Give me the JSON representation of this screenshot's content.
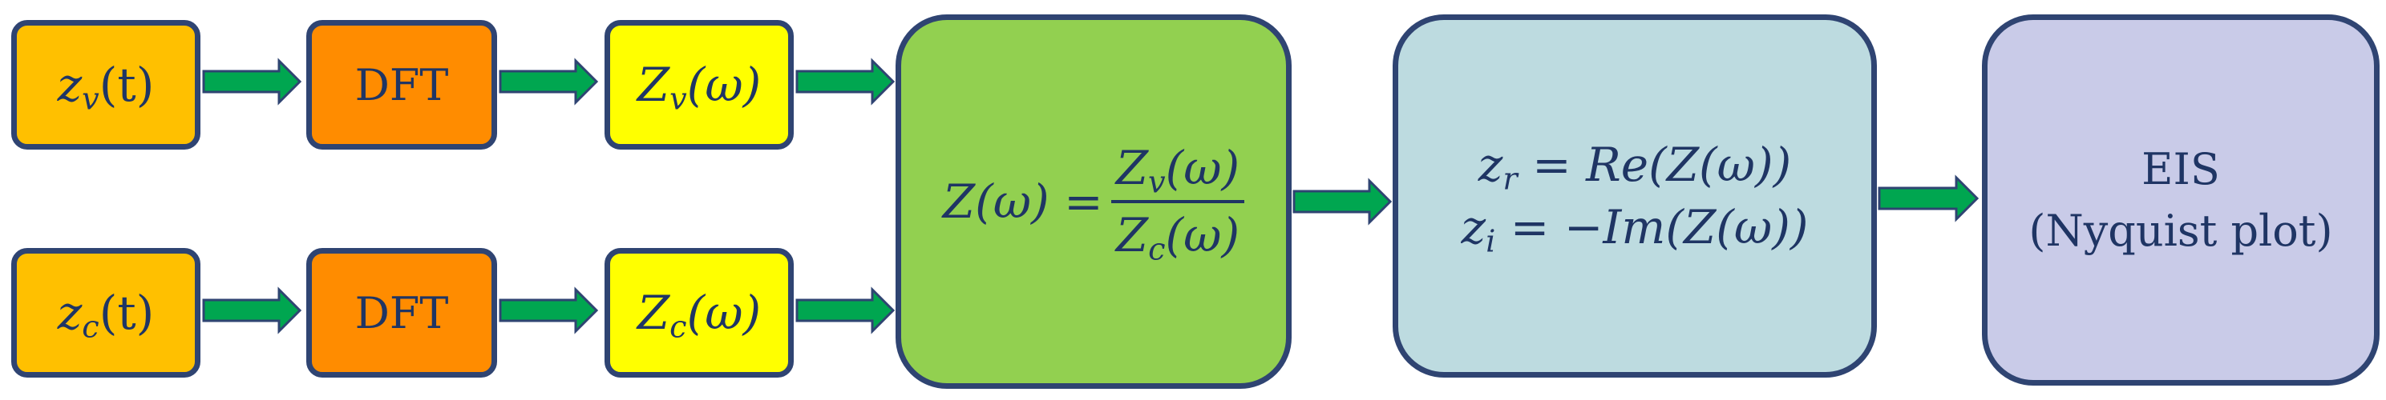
{
  "inputs": [
    {
      "signal": {
        "base": "z",
        "sub": "v",
        "arg": "(t)"
      },
      "transform": "DFT",
      "spectrum": {
        "base": "Z",
        "sub": "v",
        "arg": "(ω)"
      }
    },
    {
      "signal": {
        "base": "z",
        "sub": "c",
        "arg": "(t)"
      },
      "transform": "DFT",
      "spectrum": {
        "base": "Z",
        "sub": "c",
        "arg": "(ω)"
      }
    }
  ],
  "impedance": {
    "lhs": "Z(ω) =",
    "numerator": {
      "base": "Z",
      "sub": "v",
      "arg": "(ω)"
    },
    "denominator": {
      "base": "Z",
      "sub": "c",
      "arg": "(ω)"
    }
  },
  "components": {
    "real": {
      "base": "z",
      "sub": "r",
      "rhs": " = Re(Z(ω))"
    },
    "imag": {
      "base": "z",
      "sub": "i",
      "rhs": " = −Im(Z(ω))"
    }
  },
  "output": {
    "line1": "EIS",
    "line2": "(Nyquist plot)"
  },
  "colors": {
    "border": "#2f4472",
    "text": "#1f3564",
    "arrow": "#00a650",
    "signal_fill": "#ffc000",
    "dft_fill": "#ff8c00",
    "spectrum_fill": "#ffff00",
    "impedance_fill": "#92d050",
    "components_fill": "#bddbe0",
    "output_fill": "#c9cbe8"
  }
}
